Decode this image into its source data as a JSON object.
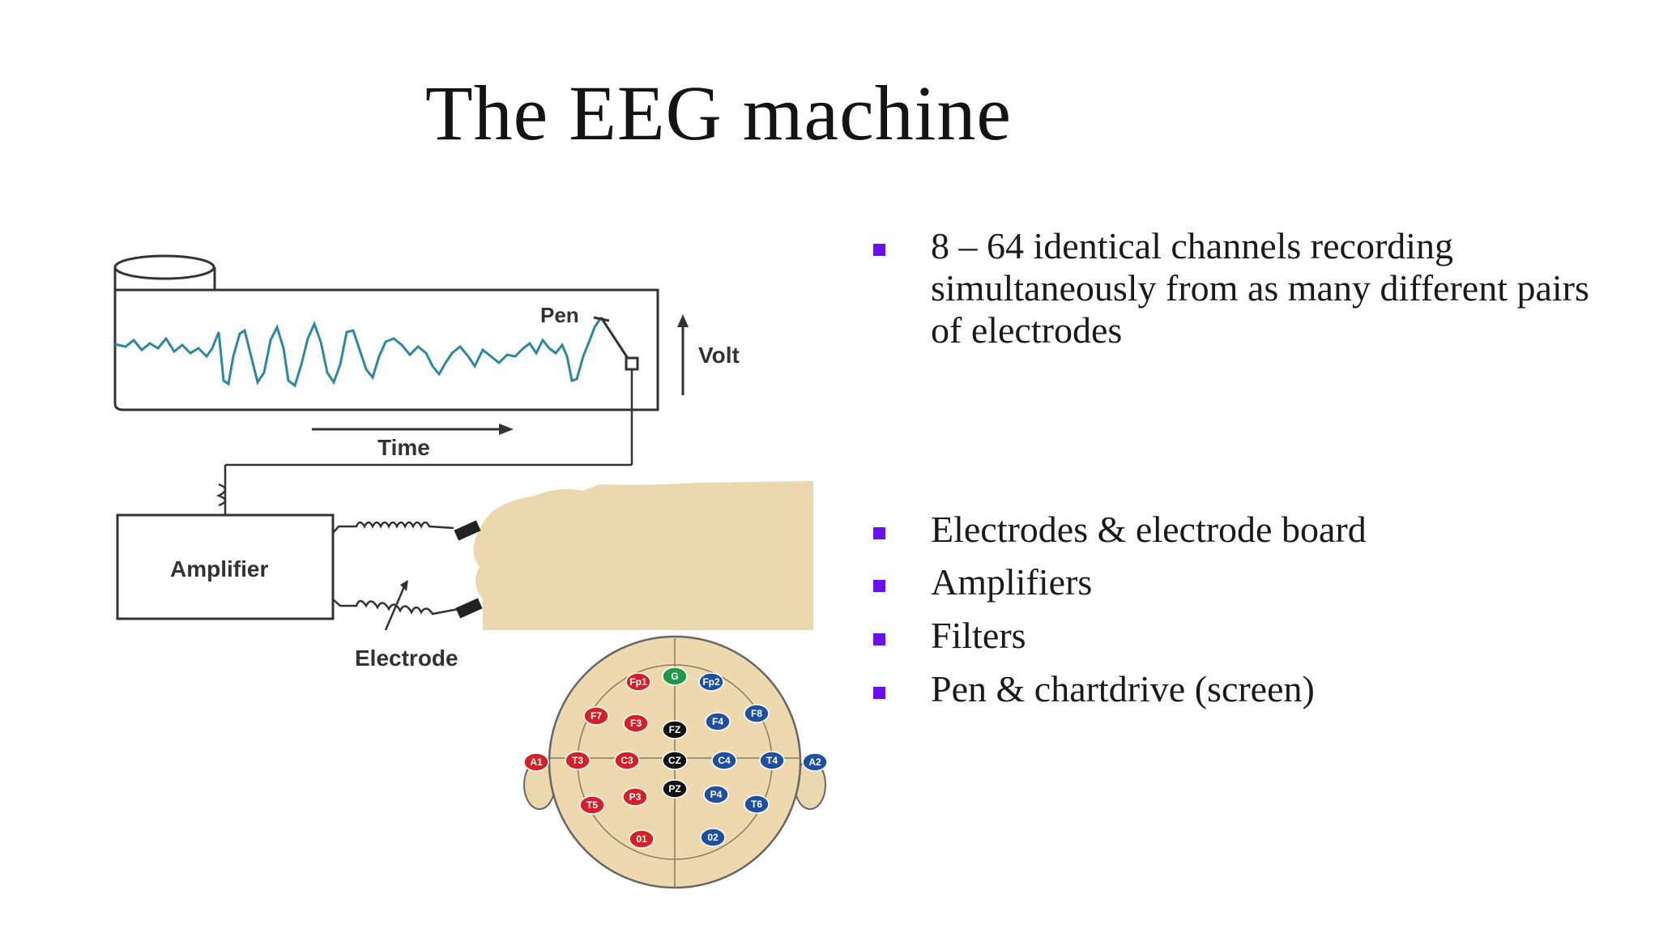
{
  "slide": {
    "title": "The EEG machine"
  },
  "diagram": {
    "pen_label": "Pen",
    "volt_label": "Volt",
    "time_label": "Time",
    "amplifier_label": "Amplifier",
    "electrode_label": "Electrode",
    "electrode_map": [
      {
        "label": "G",
        "color": "#1e9a48"
      },
      {
        "label": "Fp1",
        "color": "#d42027"
      },
      {
        "label": "Fp2",
        "color": "#1f4fa0"
      },
      {
        "label": "F7",
        "color": "#d42027"
      },
      {
        "label": "F3",
        "color": "#d42027"
      },
      {
        "label": "FZ",
        "color": "#111111"
      },
      {
        "label": "F4",
        "color": "#1f4fa0"
      },
      {
        "label": "F8",
        "color": "#1f4fa0"
      },
      {
        "label": "A1",
        "color": "#d42027"
      },
      {
        "label": "T3",
        "color": "#d42027"
      },
      {
        "label": "C3",
        "color": "#d42027"
      },
      {
        "label": "CZ",
        "color": "#111111"
      },
      {
        "label": "C4",
        "color": "#1f4fa0"
      },
      {
        "label": "T4",
        "color": "#1f4fa0"
      },
      {
        "label": "A2",
        "color": "#1f4fa0"
      },
      {
        "label": "PZ",
        "color": "#111111"
      },
      {
        "label": "P3",
        "color": "#d42027"
      },
      {
        "label": "P4",
        "color": "#1f4fa0"
      },
      {
        "label": "T5",
        "color": "#d42027"
      },
      {
        "label": "T6",
        "color": "#1f4fa0"
      },
      {
        "label": "01",
        "color": "#d42027"
      },
      {
        "label": "02",
        "color": "#1f4fa0"
      }
    ]
  },
  "bullets": [
    {
      "text": "8 – 64 identical channels  recording simultaneously  from as many different pairs of  electrodes"
    },
    {
      "text": "Electrodes & electrode board"
    },
    {
      "text": "Amplifiers"
    },
    {
      "text": "Filters"
    },
    {
      "text": "Pen & chartdrive (screen)"
    }
  ],
  "colors": {
    "bullet_marker": "#6a10f0",
    "eeg_trace": "#2a8a9f",
    "head_fill": "#ecd8ae",
    "map_fill": "#eed9ae"
  }
}
